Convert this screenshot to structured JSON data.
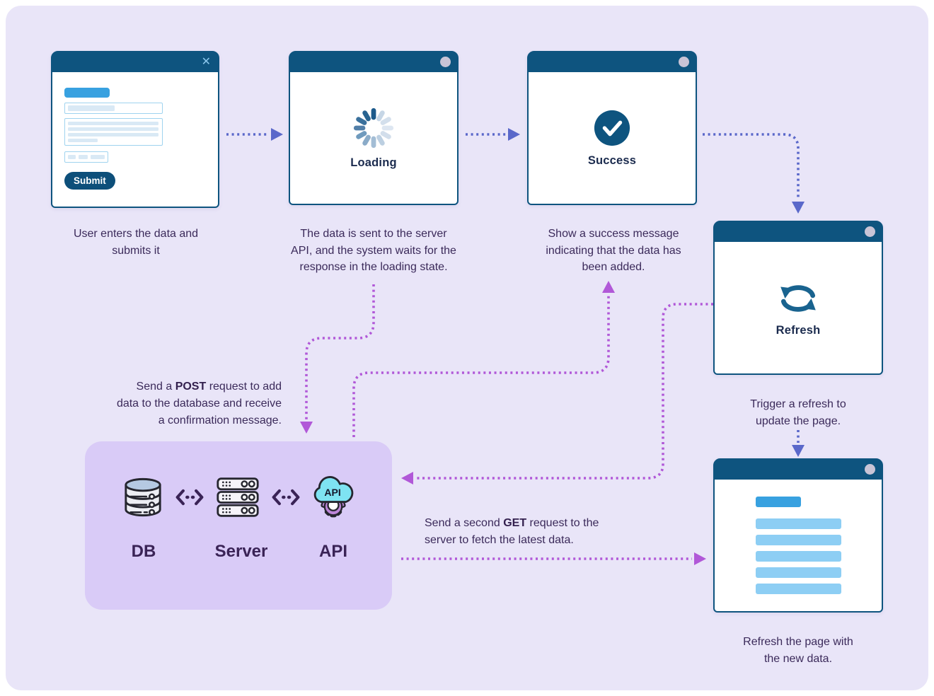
{
  "colors": {
    "background": "#e9e5f8",
    "window_header": "#0e547f",
    "accent_blue": "#38a1e0",
    "light_blue": "#8dcef4",
    "arrow_blue": "#5a68ca",
    "arrow_magenta": "#b158d8",
    "backend_box_bg": "#d9cbf7",
    "caption_text": "#3b2a5a",
    "api_cloud": "#7ee3f2",
    "gear_purple": "#bd86d8"
  },
  "windows": {
    "form": {
      "close_icon": "✕",
      "submit_label": "Submit",
      "caption": "User enters the data and\nsubmits it"
    },
    "loading": {
      "label": "Loading",
      "caption": "The data is sent to the server\nAPI, and the system waits for the\nresponse in the loading state."
    },
    "success": {
      "label": "Success",
      "caption": "Show a success message\nindicating that the data has\nbeen added."
    },
    "refresh": {
      "label": "Refresh",
      "caption": "Trigger a refresh to\nupdate the page."
    },
    "result": {
      "caption": "Refresh the page with\nthe new data."
    }
  },
  "backend": {
    "db_label": "DB",
    "server_label": "Server",
    "api_label": "API",
    "api_icon_text": "API"
  },
  "annotations": {
    "post": {
      "prefix": "Send a ",
      "bold": "POST",
      "suffix": " request to add\ndata to the database and receive\na confirmation message."
    },
    "get": {
      "prefix": "Send a second ",
      "bold": "GET",
      "suffix": " request to the\nserver to fetch the latest data."
    }
  }
}
